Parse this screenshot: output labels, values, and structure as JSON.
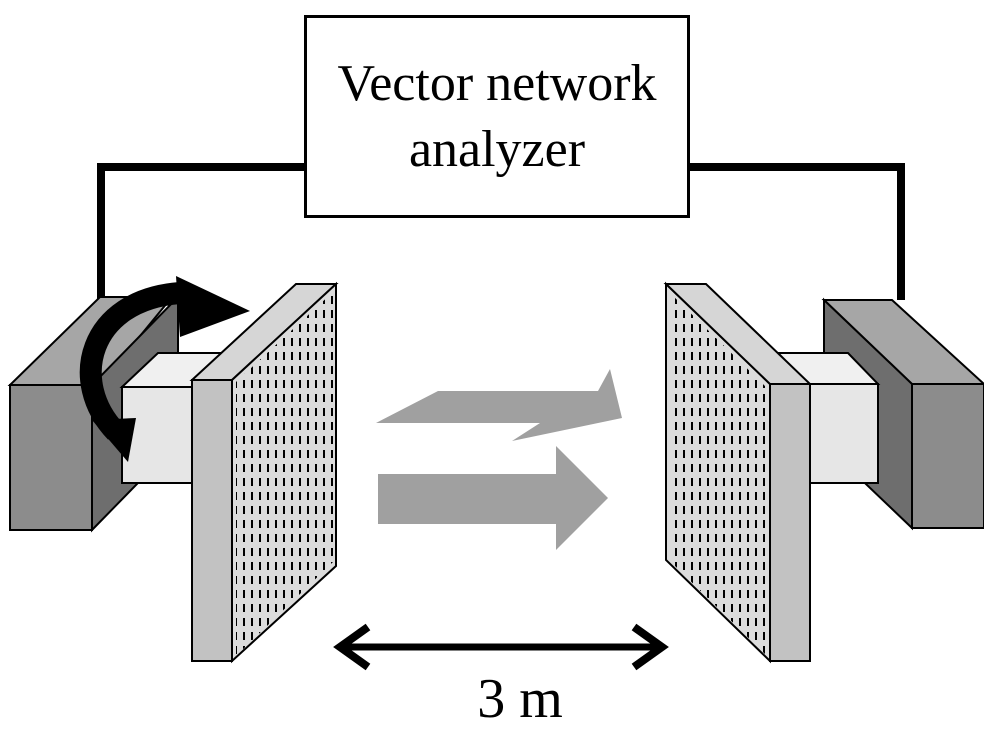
{
  "analyzer": {
    "line1": "Vector network",
    "line2": "analyzer"
  },
  "distance": {
    "label": "3 m"
  },
  "colors": {
    "outline": "#000000",
    "block_front": "#8c8c8c",
    "block_side": "#6e6e6e",
    "block_top": "#a6a6a6",
    "connector": "#e6e6e6",
    "panel_front": "#c2c2c2",
    "wave_arrow": "#a0a0a0"
  },
  "icons": {
    "rotation": "curved-rotation-arrow",
    "transmit": "wide-right-arrow",
    "reflect": "bent-arrow",
    "distance": "double-headed-arrow"
  }
}
